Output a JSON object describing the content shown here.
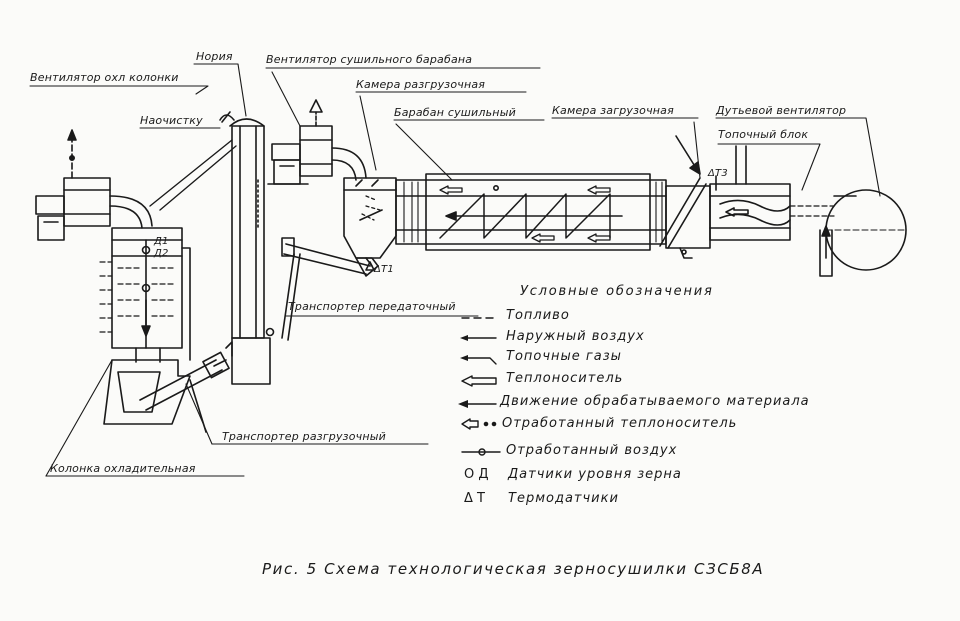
{
  "labels": {
    "fan_cooling_column": "Вентилятор охл колонки",
    "noria": "Нория",
    "to_cleaning": "Наочистку",
    "fan_drum": "Вентилятор сушильного барабана",
    "unload_chamber": "Камера разгрузочная",
    "drying_drum": "Барабан сушильный",
    "load_chamber": "Камера загрузочная",
    "blower_fan": "Дутьевой вентилятор",
    "furnace_block": "Топочный блок",
    "transfer_conveyor": "Транспортер передаточный",
    "unload_conveyor": "Транспортер разгрузочный",
    "cooling_column": "Колонка охладительная"
  },
  "sensors": {
    "d1": "Д1",
    "d2": "Д2",
    "t1": "ΔТ1",
    "t3": "ΔТ3"
  },
  "legend": {
    "title": "Условные обозначения",
    "items": [
      {
        "symbol": "fuel-line",
        "text": "Топливо"
      },
      {
        "symbol": "outside-air-line",
        "text": "Наружный воздух"
      },
      {
        "symbol": "flue-gas-arrow",
        "text": "Топочные газы"
      },
      {
        "symbol": "heat-carrier-arrow",
        "text": "Теплоноситель"
      },
      {
        "symbol": "material-arrow",
        "text": "Движение обрабатываемого материала"
      },
      {
        "symbol": "spent-heat-carrier-arrow",
        "text": "Отработанный теплоноситель"
      },
      {
        "symbol": "spent-air-line",
        "text": "Отработанный воздух"
      },
      {
        "symbol": "level-sensor",
        "text": "Датчики уровня зерна",
        "mark": "О Д"
      },
      {
        "symbol": "thermo-sensor",
        "text": "Термодатчики",
        "mark": "Δ Т"
      }
    ]
  },
  "caption": "Рис. 5  Схема технологическая зерносушилки  СЗСБ8А"
}
